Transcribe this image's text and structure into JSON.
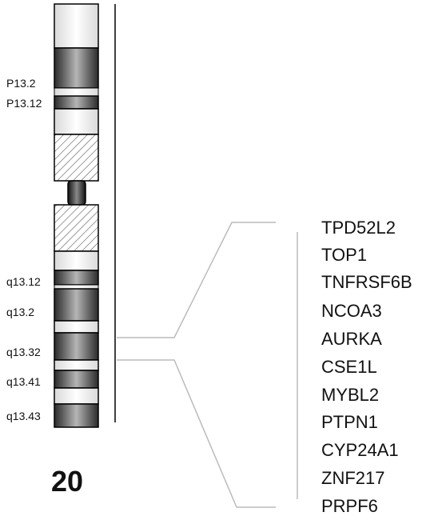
{
  "chromosome": {
    "number": "20"
  },
  "band_labels": [
    {
      "text": "P13.2"
    },
    {
      "text": "P13.12"
    },
    {
      "text": "q13.12"
    },
    {
      "text": "q13.2"
    },
    {
      "text": "q13.32"
    },
    {
      "text": "q13.41"
    },
    {
      "text": "q13.43"
    }
  ],
  "genes": [
    "TPD52L2",
    "TOP1",
    "TNFRSF6B",
    "NCOA3",
    "AURKA",
    "CSE1L",
    "MYBL2",
    "PTPN1",
    "CYP24A1",
    "ZNF217",
    "PRPF6"
  ],
  "colors": {
    "dark_band": "#333333",
    "light_band": "#f6f6f6",
    "connector": "#bbbbbb",
    "outline": "#000000"
  }
}
